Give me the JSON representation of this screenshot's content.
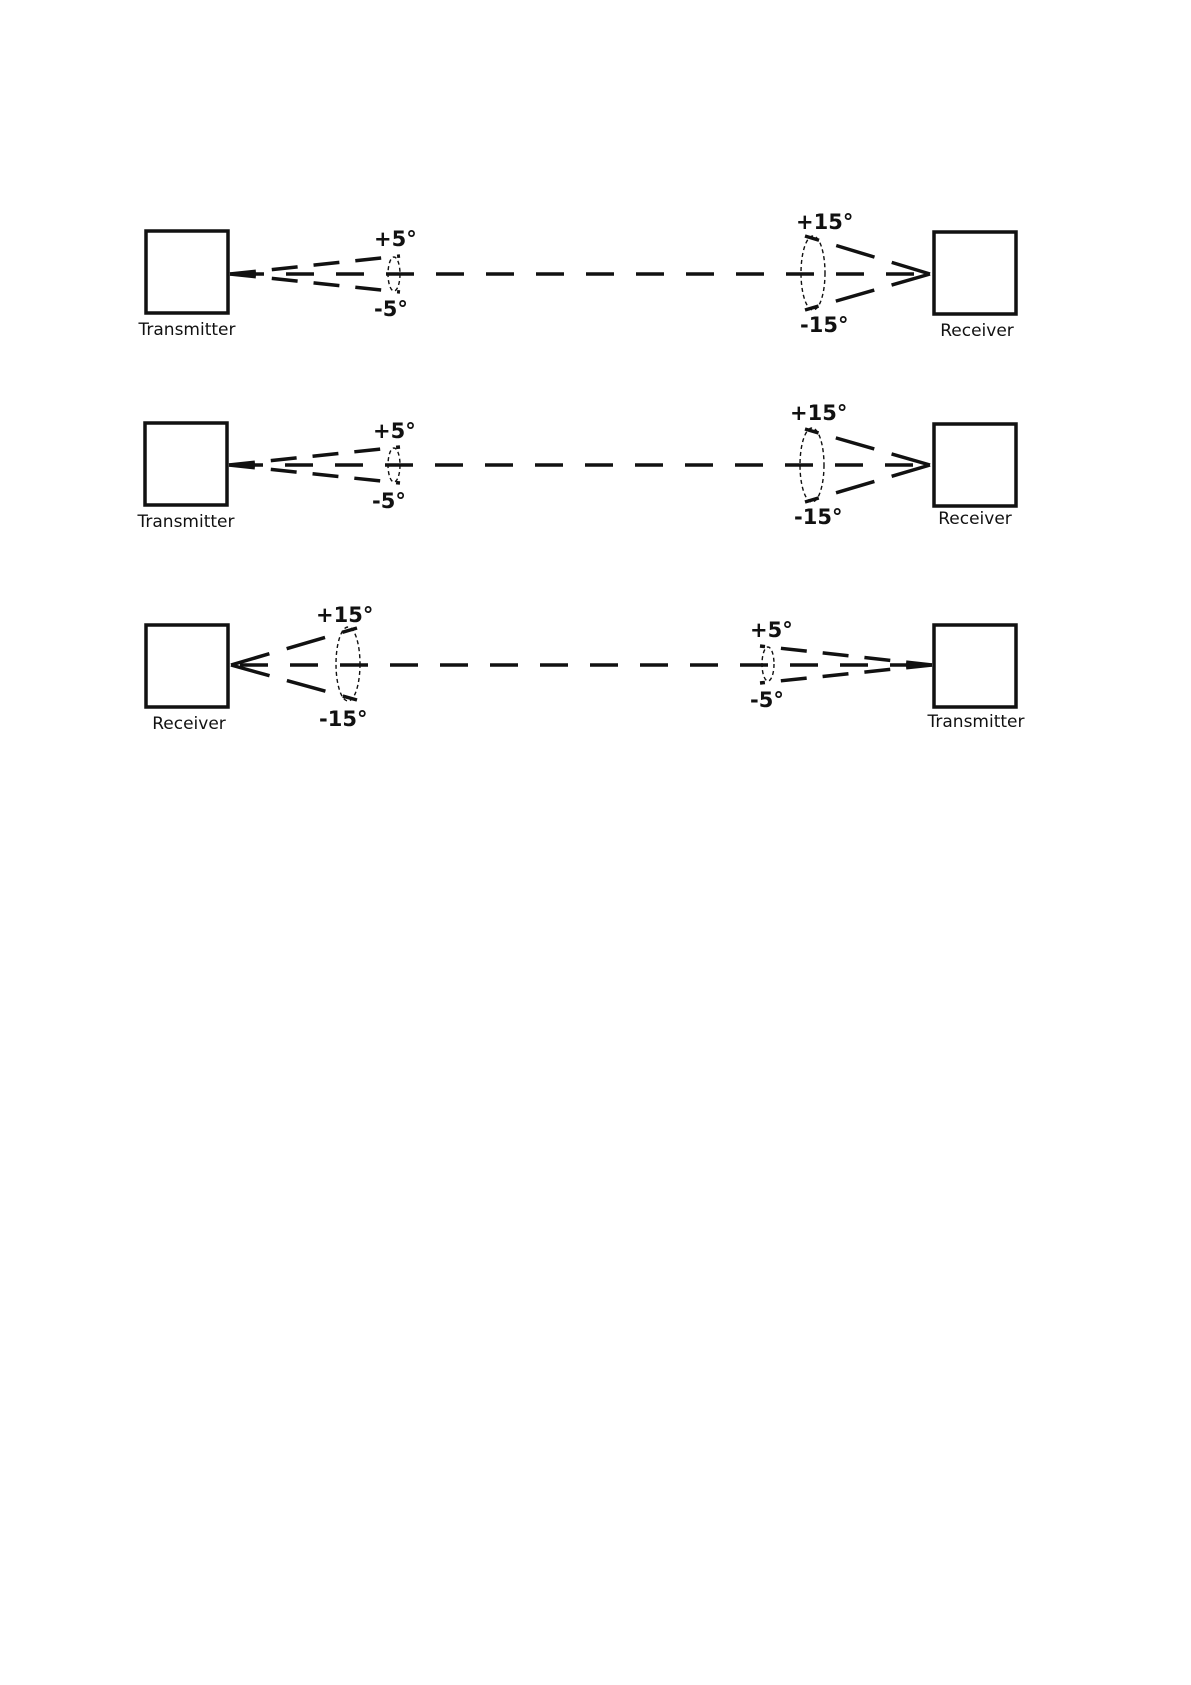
{
  "rows": [
    {
      "left_device": "Transmitter",
      "right_device": "Receiver",
      "left_cone_plus": "+5°",
      "left_cone_minus": "-5°",
      "right_cone_plus": "+15°",
      "right_cone_minus": "-15°"
    },
    {
      "left_device": "Transmitter",
      "right_device": "Receiver",
      "left_cone_plus": "+5°",
      "left_cone_minus": "-5°",
      "right_cone_plus": "+15°",
      "right_cone_minus": "-15°"
    },
    {
      "left_device": "Receiver",
      "right_device": "Transmitter",
      "left_cone_plus": "+15°",
      "left_cone_minus": "-15°",
      "right_cone_plus": "+5°",
      "right_cone_minus": "-5°"
    }
  ]
}
